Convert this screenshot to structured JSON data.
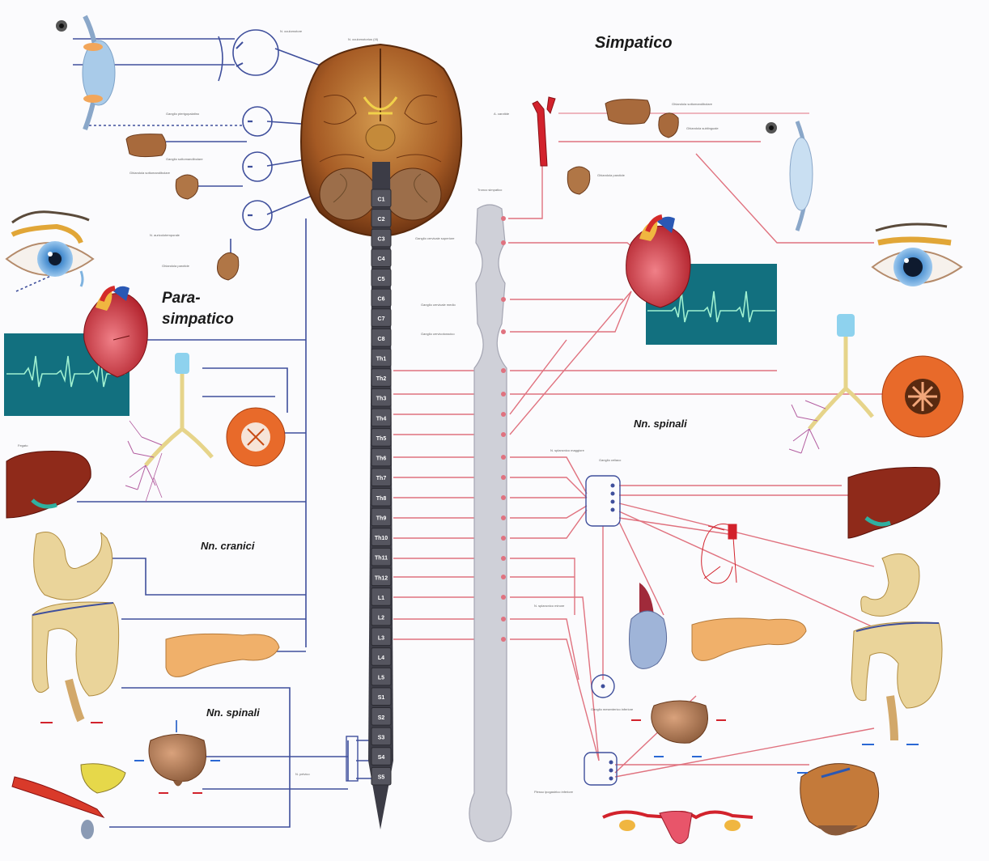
{
  "labels": {
    "sympathetic": "Simpatico",
    "parasympathetic_line1": "Para-",
    "parasympathetic_line2": "simpatico",
    "cranial_nerves": "Nn. cranici",
    "spinal_nerves_left": "Nn. spinali",
    "spinal_nerves_right": "Nn. spinali"
  },
  "spinal_segments": [
    "C1",
    "C2",
    "C3",
    "C4",
    "C5",
    "C6",
    "C7",
    "C8",
    "Th1",
    "Th2",
    "Th3",
    "Th4",
    "Th5",
    "Th6",
    "Th7",
    "Th8",
    "Th9",
    "Th10",
    "Th11",
    "Th12",
    "L1",
    "L2",
    "L3",
    "L4",
    "L5",
    "S1",
    "S2",
    "S3",
    "S4",
    "S5"
  ],
  "colors": {
    "parasympathetic_line": "#3f4f9c",
    "sympathetic_line": "#e0727f",
    "cord": "#3c3c46",
    "chain": "#cfd0d8",
    "ecg_panel": "#12707f",
    "brain": "#a55a24",
    "liver": "#8f2a1a",
    "stomach": "#ead49a",
    "pancreas": "#f0b06a",
    "heart": "#c9303a",
    "lung": "#b35ea0",
    "bladder": "#caa88a"
  }
}
